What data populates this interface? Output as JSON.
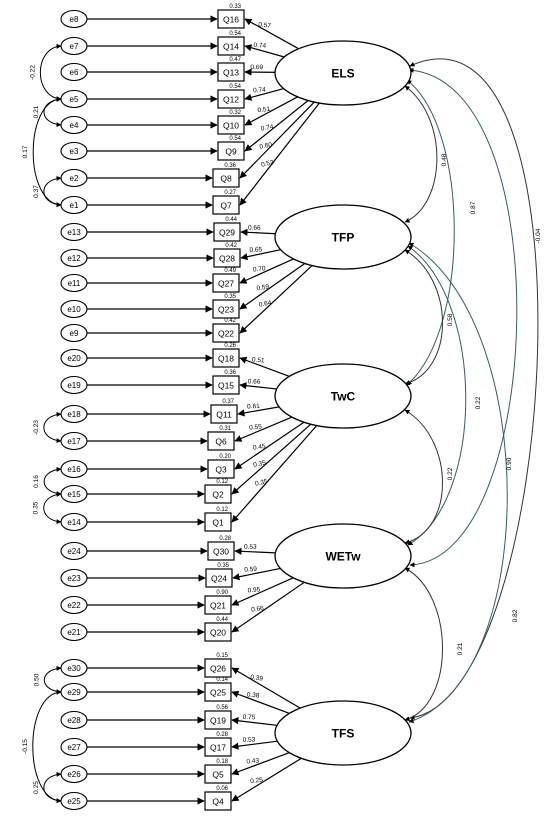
{
  "latents": [
    {
      "id": "ELS",
      "label": "ELS"
    },
    {
      "id": "TFP",
      "label": "TFP"
    },
    {
      "id": "TwC",
      "label": "TwC"
    },
    {
      "id": "WETw",
      "label": "WETw"
    },
    {
      "id": "TFS",
      "label": "TFS"
    }
  ],
  "indicators": [
    {
      "item": "Q16",
      "error": "e8",
      "r2": "0.33",
      "loading": "0.57",
      "factor": "ELS"
    },
    {
      "item": "Q14",
      "error": "e7",
      "r2": "0.54",
      "loading": "0.74",
      "factor": "ELS"
    },
    {
      "item": "Q13",
      "error": "e6",
      "r2": "0.47",
      "loading": "0.69",
      "factor": "ELS"
    },
    {
      "item": "Q12",
      "error": "e5",
      "r2": "0.54",
      "loading": "0.74",
      "factor": "ELS"
    },
    {
      "item": "Q10",
      "error": "e4",
      "r2": "0.32",
      "loading": "0.51",
      "factor": "ELS"
    },
    {
      "item": "Q9",
      "error": "e3",
      "r2": "0.54",
      "loading": "0.74",
      "factor": "ELS"
    },
    {
      "item": "Q8",
      "error": "e2",
      "r2": "0.36",
      "loading": "0.60",
      "factor": "ELS"
    },
    {
      "item": "Q7",
      "error": "e1",
      "r2": "0.27",
      "loading": "0.52",
      "factor": "ELS"
    },
    {
      "item": "Q29",
      "error": "e13",
      "r2": "0.44",
      "loading": "0.66",
      "factor": "TFP"
    },
    {
      "item": "Q28",
      "error": "e12",
      "r2": "0.42",
      "loading": "0.65",
      "factor": "TFP"
    },
    {
      "item": "Q27",
      "error": "e11",
      "r2": "0.49",
      "loading": "0.70",
      "factor": "TFP"
    },
    {
      "item": "Q23",
      "error": "e10",
      "r2": "0.35",
      "loading": "0.59",
      "factor": "TFP"
    },
    {
      "item": "Q22",
      "error": "e9",
      "r2": "0.42",
      "loading": "0.64",
      "factor": "TFP"
    },
    {
      "item": "Q18",
      "error": "e20",
      "r2": "0.26",
      "loading": "0.51",
      "factor": "TwC"
    },
    {
      "item": "Q15",
      "error": "e19",
      "r2": "0.36",
      "loading": "0.66",
      "factor": "TwC"
    },
    {
      "item": "Q11",
      "error": "e18",
      "r2": "0.37",
      "loading": "0.61",
      "factor": "TwC"
    },
    {
      "item": "Q6",
      "error": "e17",
      "r2": "0.31",
      "loading": "0.55",
      "factor": "TwC"
    },
    {
      "item": "Q3",
      "error": "e16",
      "r2": "0.20",
      "loading": "0.45",
      "factor": "TwC"
    },
    {
      "item": "Q2",
      "error": "e15",
      "r2": "0.12",
      "loading": "0.35",
      "factor": "TwC"
    },
    {
      "item": "Q1",
      "error": "e14",
      "r2": "0.12",
      "loading": "0.35",
      "factor": "TwC"
    },
    {
      "item": "Q30",
      "error": "e24",
      "r2": "0.28",
      "loading": "0.53",
      "factor": "WETw"
    },
    {
      "item": "Q24",
      "error": "e23",
      "r2": "0.35",
      "loading": "0.59",
      "factor": "WETw"
    },
    {
      "item": "Q21",
      "error": "e22",
      "r2": "0.90",
      "loading": "0.95",
      "factor": "WETw"
    },
    {
      "item": "Q20",
      "error": "e21",
      "r2": "0.44",
      "loading": "0.66",
      "factor": "WETw"
    },
    {
      "item": "Q26",
      "error": "e30",
      "r2": "0.15",
      "loading": "0.39",
      "factor": "TFS"
    },
    {
      "item": "Q25",
      "error": "e29",
      "r2": "0.14",
      "loading": "0.38",
      "factor": "TFS"
    },
    {
      "item": "Q19",
      "error": "e28",
      "r2": "0.56",
      "loading": "0.75",
      "factor": "TFS"
    },
    {
      "item": "Q17",
      "error": "e27",
      "r2": "0.28",
      "loading": "0.53",
      "factor": "TFS"
    },
    {
      "item": "Q5",
      "error": "e26",
      "r2": "0.18",
      "loading": "0.43",
      "factor": "TFS"
    },
    {
      "item": "Q4",
      "error": "e25",
      "r2": "0.06",
      "loading": "0.25",
      "factor": "TFS"
    }
  ],
  "error_covariances": [
    {
      "from": "e7",
      "to": "e5",
      "value": "-0.22"
    },
    {
      "from": "e5",
      "to": "e1",
      "value": "0.17"
    },
    {
      "from": "e5",
      "to": "e4",
      "value": "0.21"
    },
    {
      "from": "e2",
      "to": "e1",
      "value": "0.37"
    },
    {
      "from": "e18",
      "to": "e17",
      "value": "-0.23"
    },
    {
      "from": "e16",
      "to": "e15",
      "value": "0.16"
    },
    {
      "from": "e15",
      "to": "e14",
      "value": "0.35"
    },
    {
      "from": "e30",
      "to": "e29",
      "value": "0.50"
    },
    {
      "from": "e29",
      "to": "e25",
      "value": "-0.15"
    },
    {
      "from": "e26",
      "to": "e25",
      "value": "0.25"
    }
  ],
  "latent_correlations": [
    {
      "from": "ELS",
      "to": "TFP",
      "value": "0.48"
    },
    {
      "from": "ELS",
      "to": "TwC",
      "value": "0.87"
    },
    {
      "from": "ELS",
      "to": "TFS",
      "value": "-0.04"
    },
    {
      "from": "TFP",
      "to": "TwC",
      "value": "0.58"
    },
    {
      "from": "TFP",
      "to": "WETw",
      "value": "0.22"
    },
    {
      "from": "TFP",
      "to": "TFS",
      "value": "0.82"
    },
    {
      "from": "TwC",
      "to": "WETw",
      "value": "0.22"
    },
    {
      "from": "ELS",
      "to": "WETw",
      "value": "0.90"
    },
    {
      "from": "WETw",
      "to": "TFS",
      "value": "0.21"
    }
  ]
}
